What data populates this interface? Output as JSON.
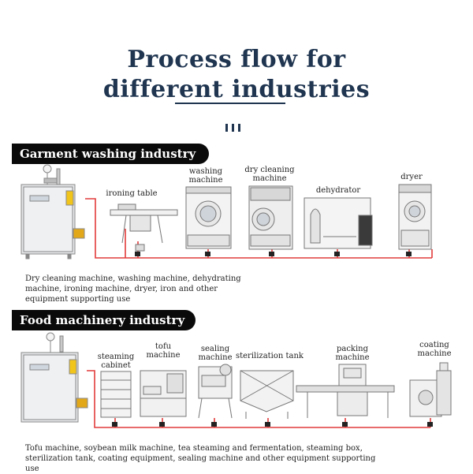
{
  "heading": {
    "line1": "Process flow for",
    "line2": "different industries"
  },
  "colors": {
    "title": "#1f3550",
    "pipe": "#e23b3b",
    "banner": "#0a0a0a"
  },
  "sections": [
    {
      "title": "Garment washing industry",
      "machines": [
        "ironing table",
        "washing machine",
        "dry cleaning machine",
        "dehydrator",
        "dryer"
      ],
      "description": "Dry cleaning machine, washing machine, dehydrating machine, ironing machine, dryer, iron and other equipment supporting use"
    },
    {
      "title": "Food machinery industry",
      "machines": [
        "steaming cabinet",
        "tofu machine",
        "sealing machine",
        "sterilization tank",
        "packing machine",
        "coating machine"
      ],
      "description": "Tofu machine, soybean milk machine, tea steaming and fermentation, steaming box, sterilization tank, coating equipment, sealing machine and other equipment supporting use"
    }
  ]
}
